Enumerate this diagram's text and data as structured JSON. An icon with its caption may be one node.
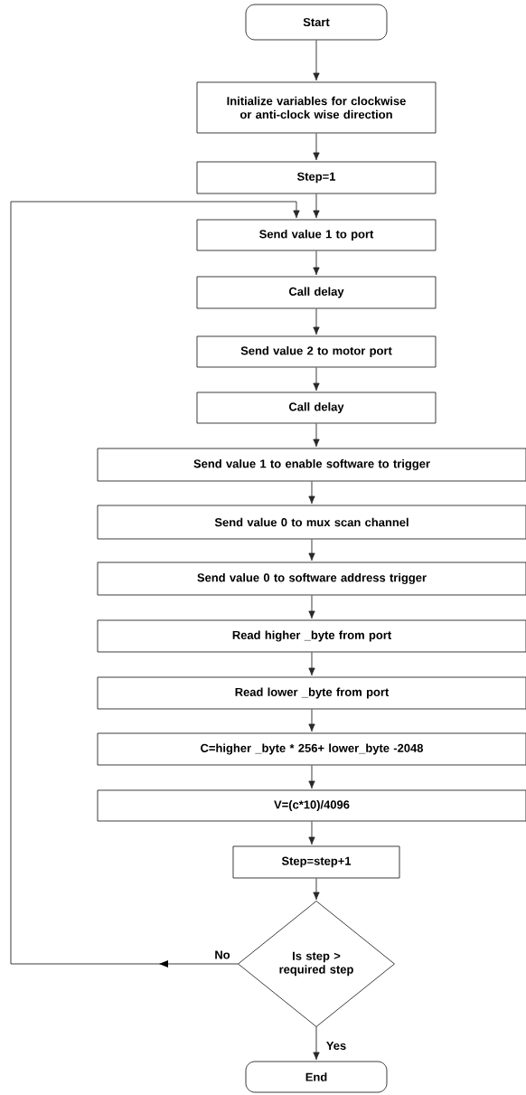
{
  "diagram": {
    "nodes": [
      {
        "text": [
          "Start"
        ]
      },
      {
        "text": [
          "Initialize variables for clockwise or anti-clock wise direction"
        ]
      },
      {
        "text": [
          "Step=1"
        ]
      },
      {
        "text": [
          "Send value 1 to port"
        ]
      },
      {
        "text": [
          "Call delay"
        ]
      },
      {
        "text": [
          "Send value 2 to motor port"
        ]
      },
      {
        "text": [
          "Call delay"
        ]
      },
      {
        "text": [
          "Send value 1 to enable software to trigger"
        ]
      },
      {
        "text": [
          "Send value 0 to mux scan channel"
        ]
      },
      {
        "text": [
          "Send value 0 to software address trigger"
        ]
      },
      {
        "text": [
          "Read higher _byte from port"
        ]
      },
      {
        "text": [
          "Read lower _byte from port"
        ]
      },
      {
        "text": [
          "C=higher _byte * 256+ lower_byte -2048"
        ]
      },
      {
        "text": [
          "V=(c*10)/4096"
        ]
      },
      {
        "text": [
          "Step=step+1"
        ]
      },
      {
        "text": [
          "Is step > required step"
        ]
      },
      {
        "text": [
          "End"
        ]
      }
    ],
    "edges": [
      {
        "from": 0,
        "to": 1,
        "arrow": "to"
      },
      {
        "from": 1,
        "to": 2,
        "arrow": "to"
      },
      {
        "from": 2,
        "to": 3,
        "arrow": "to"
      },
      {
        "from": 3,
        "to": 4,
        "arrow": "to"
      },
      {
        "from": 4,
        "to": 5,
        "arrow": "to"
      },
      {
        "from": 5,
        "to": 6,
        "arrow": "to"
      },
      {
        "from": 6,
        "to": 7,
        "arrow": "to"
      },
      {
        "from": 7,
        "to": 8,
        "arrow": "to"
      },
      {
        "from": 8,
        "to": 9,
        "arrow": "to"
      },
      {
        "from": 9,
        "to": 10,
        "arrow": "to"
      },
      {
        "from": 10,
        "to": 11,
        "arrow": "to"
      },
      {
        "from": 11,
        "to": 12,
        "arrow": "to"
      },
      {
        "from": 12,
        "to": 13,
        "arrow": "to"
      },
      {
        "from": 13,
        "to": 14,
        "arrow": "to"
      },
      {
        "from": 14,
        "to": 15,
        "arrow": "to"
      },
      {
        "from": 15,
        "to": 16,
        "label": "Yes",
        "arrow": "to"
      },
      {
        "from": 15,
        "to": 3,
        "label": "No",
        "arrow": "to"
      }
    ]
  }
}
